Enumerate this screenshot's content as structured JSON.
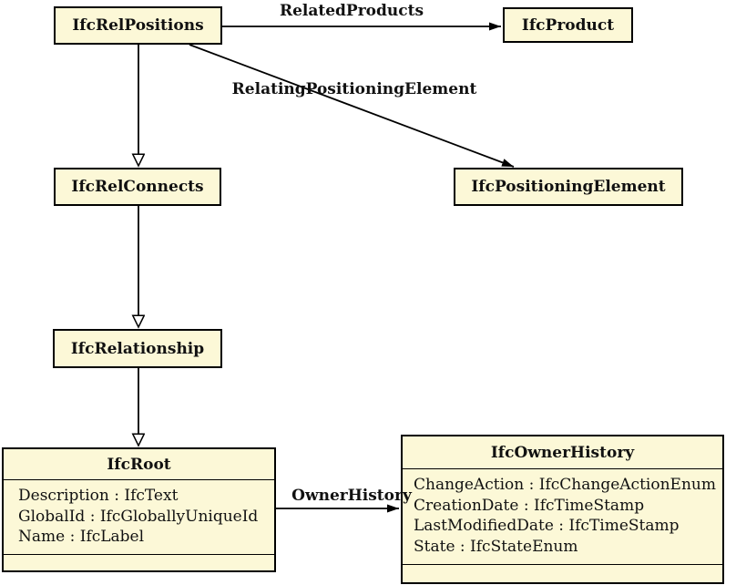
{
  "colors": {
    "class_fill": "#fcf8d7",
    "border": "#000000",
    "page_background": "#ffffff"
  },
  "classes": {
    "rel_positions": {
      "name": "IfcRelPositions"
    },
    "product": {
      "name": "IfcProduct"
    },
    "rel_connects": {
      "name": "IfcRelConnects"
    },
    "positioning_element": {
      "name": "IfcPositioningElement"
    },
    "relationship": {
      "name": "IfcRelationship"
    },
    "root": {
      "name": "IfcRoot",
      "attributes": [
        "Description : IfcText",
        "GlobalId : IfcGloballyUniqueId",
        "Name : IfcLabel"
      ]
    },
    "owner_history": {
      "name": "IfcOwnerHistory",
      "attributes": [
        "ChangeAction : IfcChangeActionEnum",
        "CreationDate : IfcTimeStamp",
        "LastModifiedDate : IfcTimeStamp",
        "State : IfcStateEnum"
      ]
    }
  },
  "edges": {
    "related_products": {
      "label": "RelatedProducts",
      "from": "IfcRelPositions",
      "to": "IfcProduct",
      "kind": "association"
    },
    "relating_positioning_element": {
      "label": "RelatingPositioningElement",
      "from": "IfcRelPositions",
      "to": "IfcPositioningElement",
      "kind": "association"
    },
    "owner_history": {
      "label": "OwnerHistory",
      "from": "IfcRoot",
      "to": "IfcOwnerHistory",
      "kind": "association"
    },
    "rel_positions_supertype": {
      "label": "",
      "from": "IfcRelPositions",
      "to": "IfcRelConnects",
      "kind": "inheritance"
    },
    "rel_connects_supertype": {
      "label": "",
      "from": "IfcRelConnects",
      "to": "IfcRelationship",
      "kind": "inheritance"
    },
    "relationship_supertype": {
      "label": "",
      "from": "IfcRelationship",
      "to": "IfcRoot",
      "kind": "inheritance"
    }
  }
}
